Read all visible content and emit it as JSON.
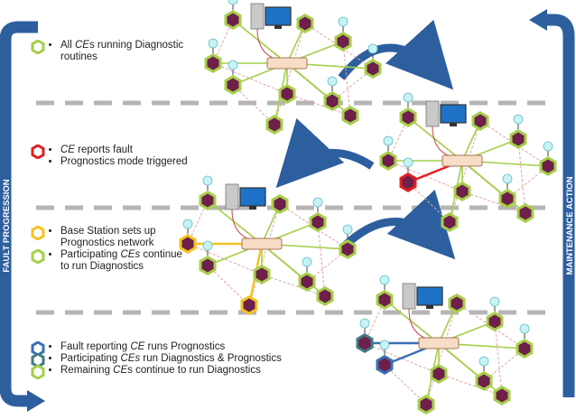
{
  "side_labels": {
    "left": "FAULT PROGRESSION",
    "right": "MAINTENANCE ACTION"
  },
  "stages": [
    {
      "bullets": [
        [
          {
            "t": "All "
          },
          {
            "t": "CE",
            "i": true
          },
          {
            "t": "s running Diagnostic routines"
          }
        ]
      ]
    },
    {
      "bullets": [
        [
          {
            "t": "CE",
            "i": true
          },
          {
            "t": " reports fault"
          }
        ],
        [
          {
            "t": "Prognostics mode triggered"
          }
        ]
      ]
    },
    {
      "bullets": [
        [
          {
            "t": "Base Station sets up Prognostics network"
          }
        ],
        [
          {
            "t": "Participating "
          },
          {
            "t": "CEs",
            "i": true
          },
          {
            "t": " continue to run Diagnostics"
          }
        ]
      ]
    },
    {
      "bullets": [
        [
          {
            "t": "Fault reporting "
          },
          {
            "t": "CE",
            "i": true
          },
          {
            "t": " runs Prognostics"
          }
        ],
        [
          {
            "t": "Participating "
          },
          {
            "t": "CEs",
            "i": true
          },
          {
            "t": " run Diagnostics & Prognostics"
          }
        ],
        [
          {
            "t": "Remaining "
          },
          {
            "t": "CE",
            "i": true
          },
          {
            "t": "s continue to run Diagnostics"
          }
        ]
      ]
    }
  ],
  "colors": {
    "node_fill": "#6e1f4a",
    "diagnostic_outline": "#a6cf4a",
    "fault_outline": "#e02020",
    "prognostic_outline": "#f3c321",
    "mixed_outline": "#3f7a82",
    "prognostic_only_outline": "#3a6fb5",
    "flow_arrow": "#2d5f9e",
    "divider": "#b5b5b5",
    "link_line": "#e2a3a8",
    "hub_fill": "#f7dcc6",
    "antenna_fill": "#c6f3f6"
  }
}
